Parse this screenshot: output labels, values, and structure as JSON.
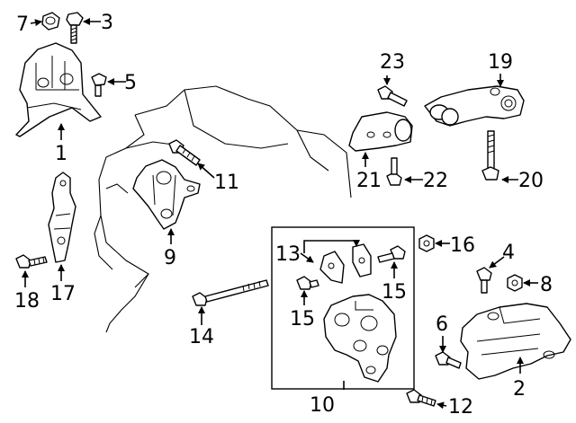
{
  "callouts": {
    "c1": "1",
    "c2": "2",
    "c3": "3",
    "c4": "4",
    "c5": "5",
    "c6": "6",
    "c7": "7",
    "c8": "8",
    "c9": "9",
    "c10": "10",
    "c11": "11",
    "c12": "12",
    "c13": "13",
    "c14": "14",
    "c15a": "15",
    "c15b": "15",
    "c16": "16",
    "c17": "17",
    "c18": "18",
    "c19": "19",
    "c20": "20",
    "c21": "21",
    "c22": "22",
    "c23": "23"
  }
}
